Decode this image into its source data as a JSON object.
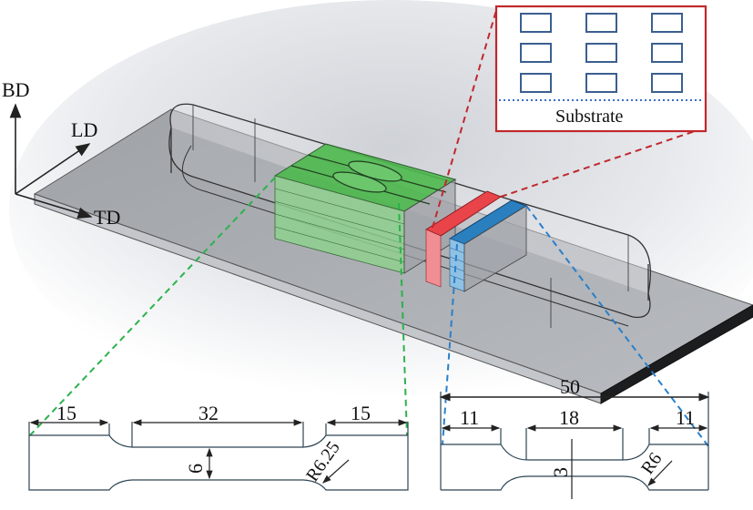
{
  "axes": {
    "build_direction": "BD",
    "longitudinal_direction": "LD",
    "transverse_direction": "TD"
  },
  "inset": {
    "substrate_label": "Substrate",
    "specimen_grid": {
      "rows": 3,
      "cols": 3
    },
    "frame_color": "#c0282d",
    "specimen_color": "#3b5f8f",
    "substrate_line_color": "#3b6fc4"
  },
  "colors": {
    "green_block": "#4cb84c",
    "red_block": "#e8444a",
    "blue_block": "#2a7fbf",
    "plate": "#a9acb0",
    "green_leader": "#2bb24c",
    "red_leader": "#c0282d",
    "blue_leader": "#2a7fc9"
  },
  "large_specimen": {
    "grip_left": "15",
    "gauge_length": "32",
    "grip_right": "15",
    "gauge_width": "6",
    "fillet_radius": "R6.25"
  },
  "small_specimen": {
    "overall_length": "50",
    "grip_left": "11",
    "gauge_length": "18",
    "grip_right": "11",
    "gauge_width": "3",
    "fillet_radius": "R6"
  }
}
